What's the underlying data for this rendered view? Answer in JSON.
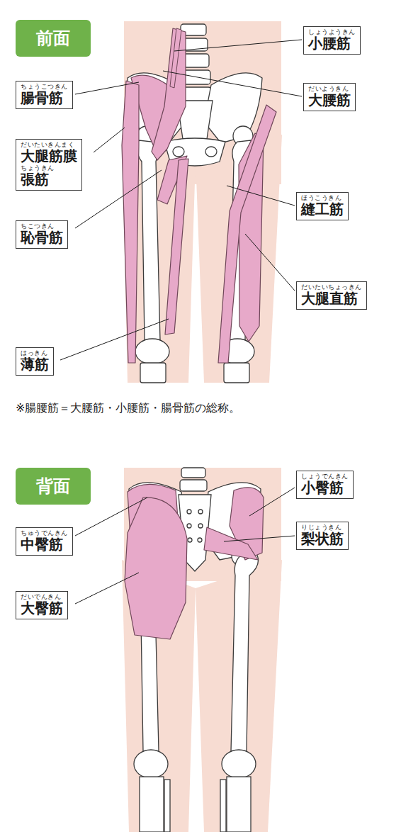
{
  "diagram": {
    "nodes": [
      {
        "text": [
          "前面"
        ]
      },
      {
        "text": [
          "しょうようきん",
          "小腰筋"
        ]
      },
      {
        "text": [
          "ちょうこつきん",
          "腸骨筋"
        ]
      },
      {
        "text": [
          "だいようきん",
          "大腰筋"
        ]
      },
      {
        "text": [
          "だいたいきんまく",
          "大腿筋膜",
          "ちょうきん",
          "張筋"
        ]
      },
      {
        "text": [
          "ほうこうきん",
          "縫工筋"
        ]
      },
      {
        "text": [
          "ちこつきん",
          "恥骨筋"
        ]
      },
      {
        "text": [
          "だいたいちょっきん",
          "大腿直筋"
        ]
      },
      {
        "text": [
          "はっきん",
          "薄筋"
        ]
      },
      {
        "text": [
          "背面"
        ]
      },
      {
        "text": [
          "しょうでんきん",
          "小臀筋"
        ]
      },
      {
        "text": [
          "ちゅうでんきん",
          "中臀筋"
        ]
      },
      {
        "text": [
          "りじょうきん",
          "梨状筋"
        ]
      },
      {
        "text": [
          "だいでんきん",
          "大臀筋"
        ]
      }
    ],
    "labels": [
      "※腸腰筋＝大腰筋・小腰筋・腸骨筋の総称。"
    ]
  }
}
